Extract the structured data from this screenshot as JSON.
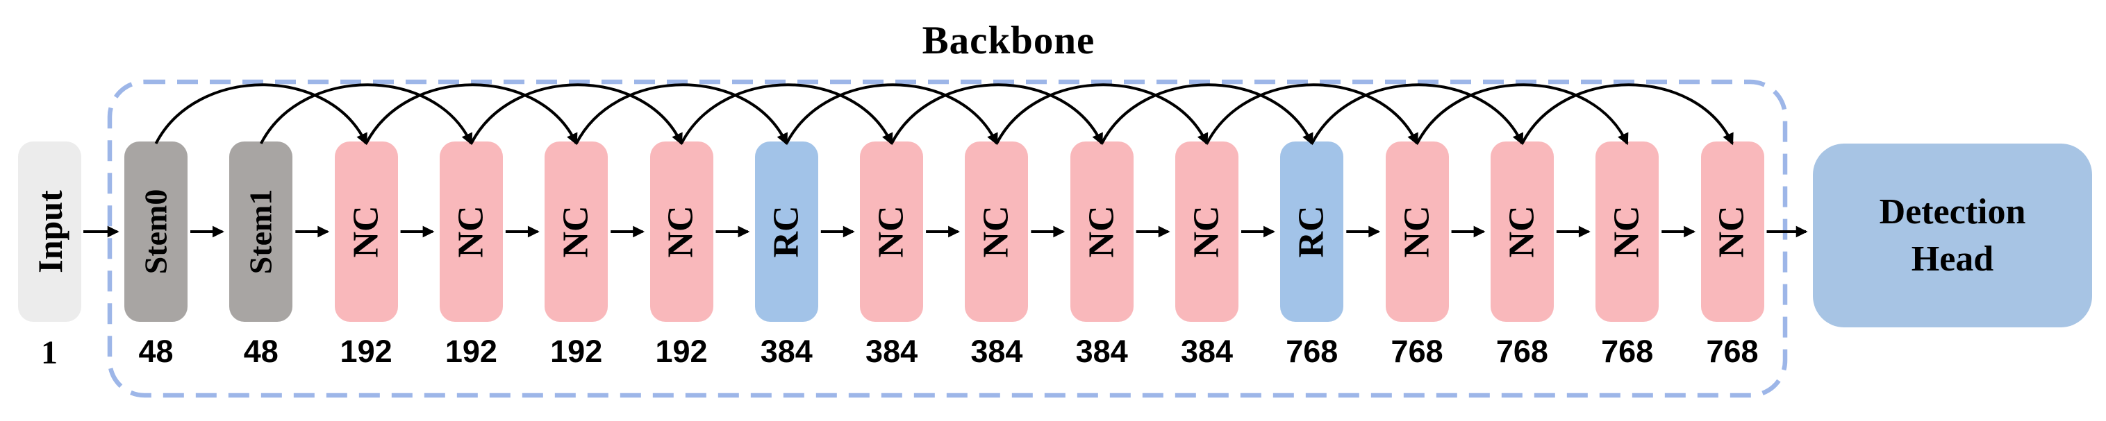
{
  "title": "Backbone",
  "input": {
    "label": "Input",
    "channels": "1"
  },
  "backbone": {
    "blocks": [
      {
        "label": "Stem0",
        "channels": "48",
        "type": "stem"
      },
      {
        "label": "Stem1",
        "channels": "48",
        "type": "stem"
      },
      {
        "label": "NC",
        "channels": "192",
        "type": "nc"
      },
      {
        "label": "NC",
        "channels": "192",
        "type": "nc"
      },
      {
        "label": "NC",
        "channels": "192",
        "type": "nc"
      },
      {
        "label": "NC",
        "channels": "192",
        "type": "nc"
      },
      {
        "label": "RC",
        "channels": "384",
        "type": "rc"
      },
      {
        "label": "NC",
        "channels": "384",
        "type": "nc"
      },
      {
        "label": "NC",
        "channels": "384",
        "type": "nc"
      },
      {
        "label": "NC",
        "channels": "384",
        "type": "nc"
      },
      {
        "label": "NC",
        "channels": "384",
        "type": "nc"
      },
      {
        "label": "RC",
        "channels": "768",
        "type": "rc"
      },
      {
        "label": "NC",
        "channels": "768",
        "type": "nc"
      },
      {
        "label": "NC",
        "channels": "768",
        "type": "nc"
      },
      {
        "label": "NC",
        "channels": "768",
        "type": "nc"
      },
      {
        "label": "NC",
        "channels": "768",
        "type": "nc"
      }
    ],
    "skip_connections": [
      [
        0,
        2
      ],
      [
        1,
        3
      ],
      [
        2,
        4
      ],
      [
        3,
        5
      ],
      [
        4,
        6
      ],
      [
        5,
        7
      ],
      [
        6,
        8
      ],
      [
        7,
        9
      ],
      [
        8,
        10
      ],
      [
        9,
        11
      ],
      [
        10,
        12
      ],
      [
        11,
        13
      ],
      [
        12,
        14
      ],
      [
        13,
        15
      ]
    ]
  },
  "detection_head": {
    "line1": "Detection",
    "line2": "Head"
  },
  "colors": {
    "nc_block": "#f9b8bb",
    "rc_block": "#a2c3e8",
    "stem_block": "#a8a5a3",
    "input_block": "#ececec",
    "detection_head": "#a7c4e4",
    "backbone_border": "#9db6e8",
    "arrow": "#000000",
    "text": "#000000"
  }
}
